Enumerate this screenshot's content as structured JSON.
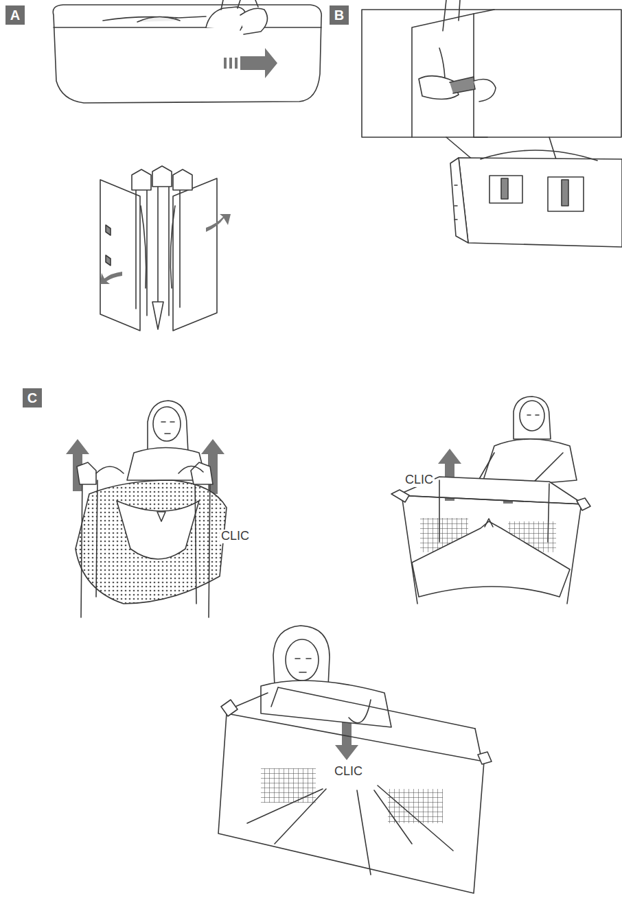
{
  "diagram": {
    "nodes": [
      {
        "text": [
          "A"
        ]
      },
      {
        "text": [
          "B"
        ]
      },
      {
        "text": [
          "C"
        ]
      }
    ],
    "labels": [
      "CLIC",
      "CLIC",
      "CLIC"
    ]
  }
}
